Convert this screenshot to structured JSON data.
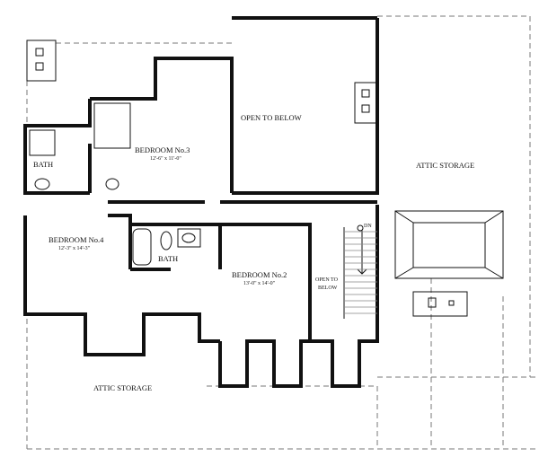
{
  "rooms": {
    "bedroom3": {
      "name": "BEDROOM No.3",
      "size": "12'-6\" x 11'-0\""
    },
    "bedroom4": {
      "name": "BEDROOM No.4",
      "size": "12'-3\" x 14'-3\""
    },
    "bedroom2": {
      "name": "BEDROOM No.2",
      "size": "13'-0\" x 14'-0\""
    },
    "bath1": {
      "name": "BATH"
    },
    "bath2": {
      "name": "BATH"
    },
    "open_upper": {
      "name": "OPEN TO BELOW"
    },
    "open_stair_line1": "OPEN TO",
    "open_stair_line2": "BELOW",
    "attic_right": {
      "name": "ATTIC STORAGE"
    },
    "attic_bottom": {
      "name": "ATTIC STORAGE"
    },
    "stair_label": "DN"
  }
}
